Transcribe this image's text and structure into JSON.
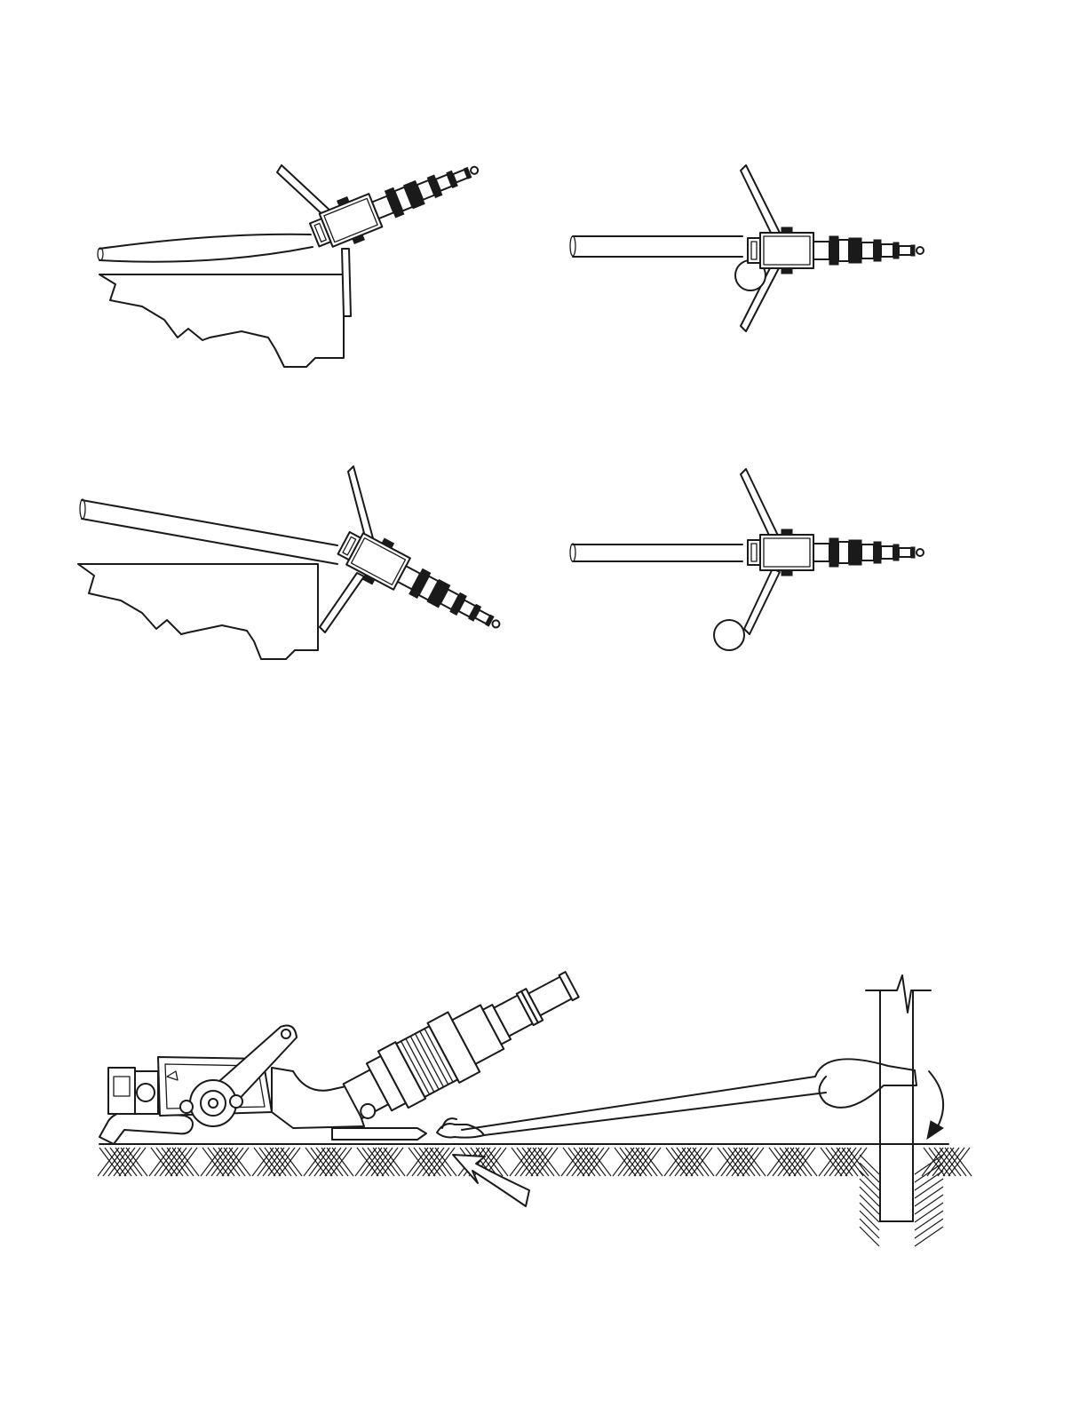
{
  "figures": [
    {
      "id": "top-left",
      "view": "side",
      "anchor": "ledge-edge"
    },
    {
      "id": "top-right",
      "view": "top",
      "anchor": "round-post"
    },
    {
      "id": "middle-left",
      "view": "side",
      "anchor": "ledge-edge"
    },
    {
      "id": "middle-right",
      "view": "top",
      "anchor": "round-post"
    },
    {
      "id": "bottom",
      "view": "side",
      "anchor": "strap-to-post"
    }
  ],
  "colors": {
    "line": "#1a1a1a",
    "background": "#ffffff"
  },
  "icons": [
    "rotation-arrow-icon",
    "curved-arrow-icon"
  ]
}
